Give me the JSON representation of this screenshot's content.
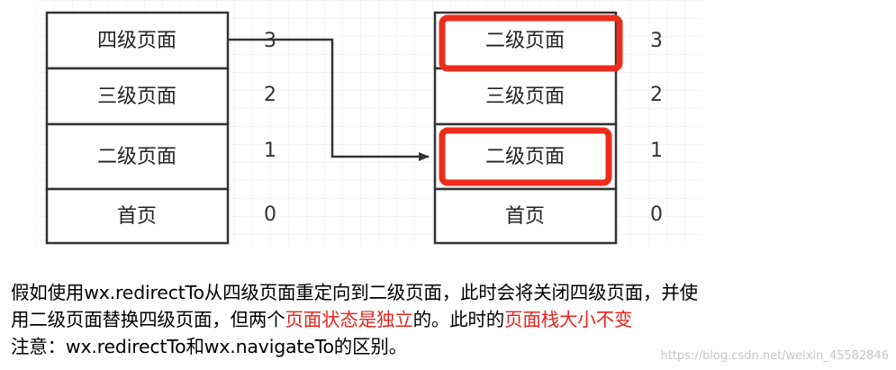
{
  "left_stack": {
    "pages": [
      "四级页面",
      "三级页面",
      "二级页面",
      "首页"
    ],
    "indices": [
      "3",
      "2",
      "1",
      "0"
    ]
  },
  "right_stack": {
    "pages": [
      "二级页面",
      "三级页面",
      "二级页面",
      "首页"
    ],
    "indices": [
      "3",
      "2",
      "1",
      "0"
    ],
    "highlighted_rows": [
      0,
      2
    ],
    "highlight_color": "#ee2c1c"
  },
  "caption": {
    "line1": "假如使用wx.redirectTo从四级页面重定向到二级页面，此时会将关闭四级页面，并使",
    "line2_a": "用二级页面替换四级页面，但两个",
    "line2_red1": "页面状态是独立",
    "line2_b": "的。此时的",
    "line2_red2": "页面栈大小不变",
    "line3": "注意：wx.redirectTo和wx.navigateTo的区别。",
    "accent_color": "#e8231d"
  },
  "watermark": "https://blog.csdn.net/weixin_45582846"
}
